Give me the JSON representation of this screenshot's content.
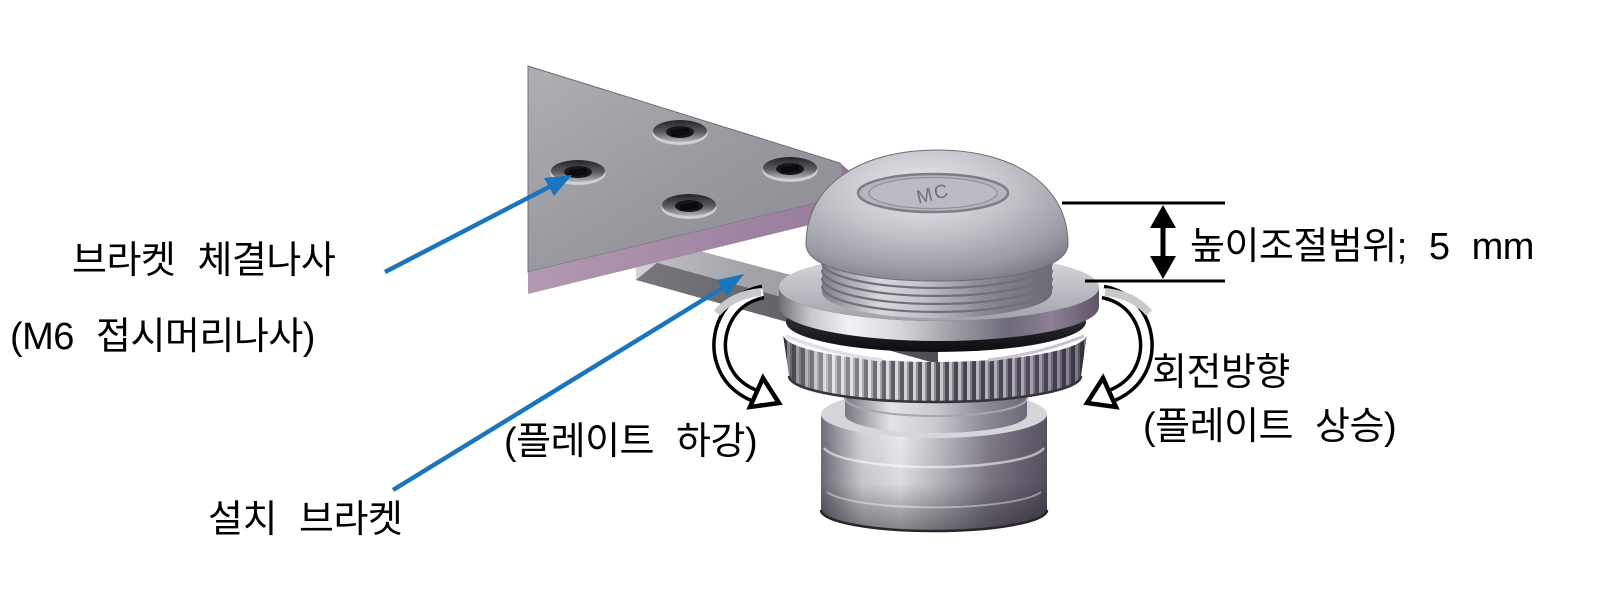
{
  "diagram": {
    "type": "technical-annotation-diagram",
    "background": "#ffffff",
    "colors": {
      "annotation_blue": "#1b75bc",
      "line_black": "#000000",
      "plate_gray": "#98989d",
      "plate_edge_purple": "#a98fa9",
      "metal_light": "#e8e8ec",
      "metal_dark": "#6e6876"
    },
    "labels": {
      "bracket_screw": "브라켓 체결나사",
      "bracket_screw_sub": "(M6 접시머리나사)",
      "install_bracket": "설치 브라켓",
      "plate_down": "(플레이트 하강)",
      "rotation_direction": "회전방향",
      "plate_up": "(플레이트 상승)",
      "height_range": "높이조절범위; 5 mm",
      "cap_logo": "MC"
    }
  }
}
